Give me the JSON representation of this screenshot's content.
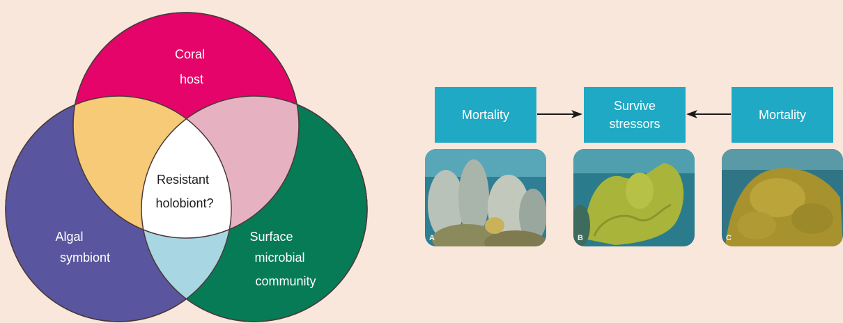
{
  "venn": {
    "coral_host": [
      "Coral",
      "host"
    ],
    "algal_symbiont": [
      "Algal",
      "symbiont"
    ],
    "surface_microbial_community": [
      "Surface",
      "microbial",
      "community"
    ],
    "center": [
      "Resistant",
      "holobiont?"
    ],
    "colors": {
      "coral_host": "#e5046a",
      "algal_symbiont": "#59569f",
      "surface_microbial_community": "#077b56",
      "coral_algal": "#f7ca78",
      "coral_surface": "#e6b2c1",
      "algal_surface": "#a9d6e3",
      "center": "#ffffff"
    }
  },
  "flow": {
    "left_box": "Mortality",
    "center_box": [
      "Survive",
      "stressors"
    ],
    "right_box": "Mortality",
    "box_color": "#1fa9c4"
  },
  "photos": [
    {
      "letter": "A"
    },
    {
      "letter": "B"
    },
    {
      "letter": "C"
    }
  ]
}
